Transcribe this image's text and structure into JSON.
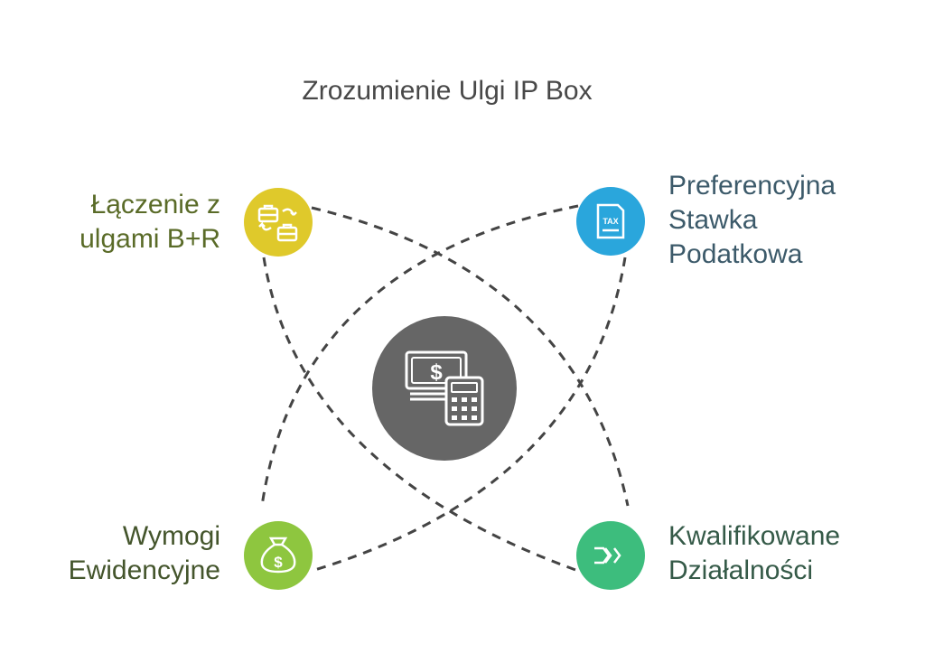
{
  "title": "Zrozumienie Ulgi IP Box",
  "center": {
    "icon": "money-calculator-icon",
    "color": "#666666"
  },
  "nodes": [
    {
      "id": "top-left",
      "lines": [
        "Łączenie z",
        "ulgami B+R"
      ],
      "color": "#dfc92b",
      "label_color": "#5a6b28",
      "icon": "briefcase-exchange-icon"
    },
    {
      "id": "top-right",
      "lines": [
        "Preferencyjna",
        "Stawka",
        "Podatkowa"
      ],
      "color": "#2aa6dc",
      "label_color": "#3c5a6a",
      "icon": "tax-document-icon"
    },
    {
      "id": "bottom-left",
      "lines": [
        "Wymogi",
        "Ewidencyjne"
      ],
      "color": "#8ec63f",
      "label_color": "#44552c",
      "icon": "money-bag-icon"
    },
    {
      "id": "bottom-right",
      "lines": [
        "Kwalifikowane",
        "Działalności"
      ],
      "color": "#3dbd7d",
      "label_color": "#355a48",
      "icon": "forward-chevrons-icon"
    }
  ],
  "connector_color": "#444444"
}
